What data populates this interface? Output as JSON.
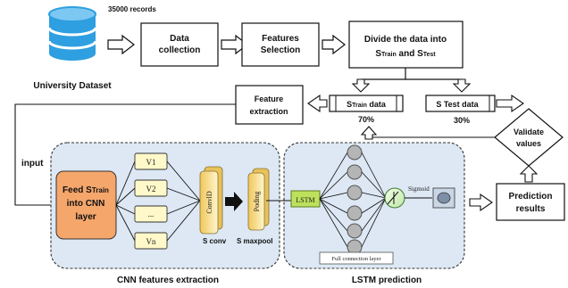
{
  "dataset": {
    "records": "35000 records",
    "name": "University Dataset"
  },
  "pipeline": {
    "collection": [
      "Data",
      "collection"
    ],
    "selection": [
      "Features",
      "Selection"
    ],
    "divide": [
      "Divide the data into",
      "S",
      "Train",
      " and S",
      "Test"
    ]
  },
  "split": {
    "train_label": [
      "S",
      "Train",
      " data"
    ],
    "train_pct": "70%",
    "test_label": "S Test data",
    "test_pct": "30%"
  },
  "feature_extraction": [
    "Feature",
    "extraction"
  ],
  "validate": [
    "Validate",
    "values"
  ],
  "prediction": [
    "Prediction",
    "results"
  ],
  "input_label": "input",
  "cnn": {
    "feed": [
      "Feed S",
      "Train",
      "into CNN",
      "layer"
    ],
    "v_nodes": [
      "V1",
      "V2",
      "...",
      "Vn"
    ],
    "conv": "ConvlD",
    "conv_label": "S conv",
    "pool": "Poding",
    "pool_label": "S maxpool",
    "caption": "CNN features extraction"
  },
  "lstm": {
    "box": "LSTM",
    "sigmoid": "Sigmoid",
    "fc": "Full connection layer",
    "caption": "LSTM prediction"
  },
  "colors": {
    "panel_fill": "#dde8f4",
    "feed_fill": "#f5a66b",
    "lstm_fill": "#bde15c",
    "conv_fill": "#f9e6a3",
    "node_fill": "#b5b5b5",
    "db_blue": "#2e9fe0"
  }
}
